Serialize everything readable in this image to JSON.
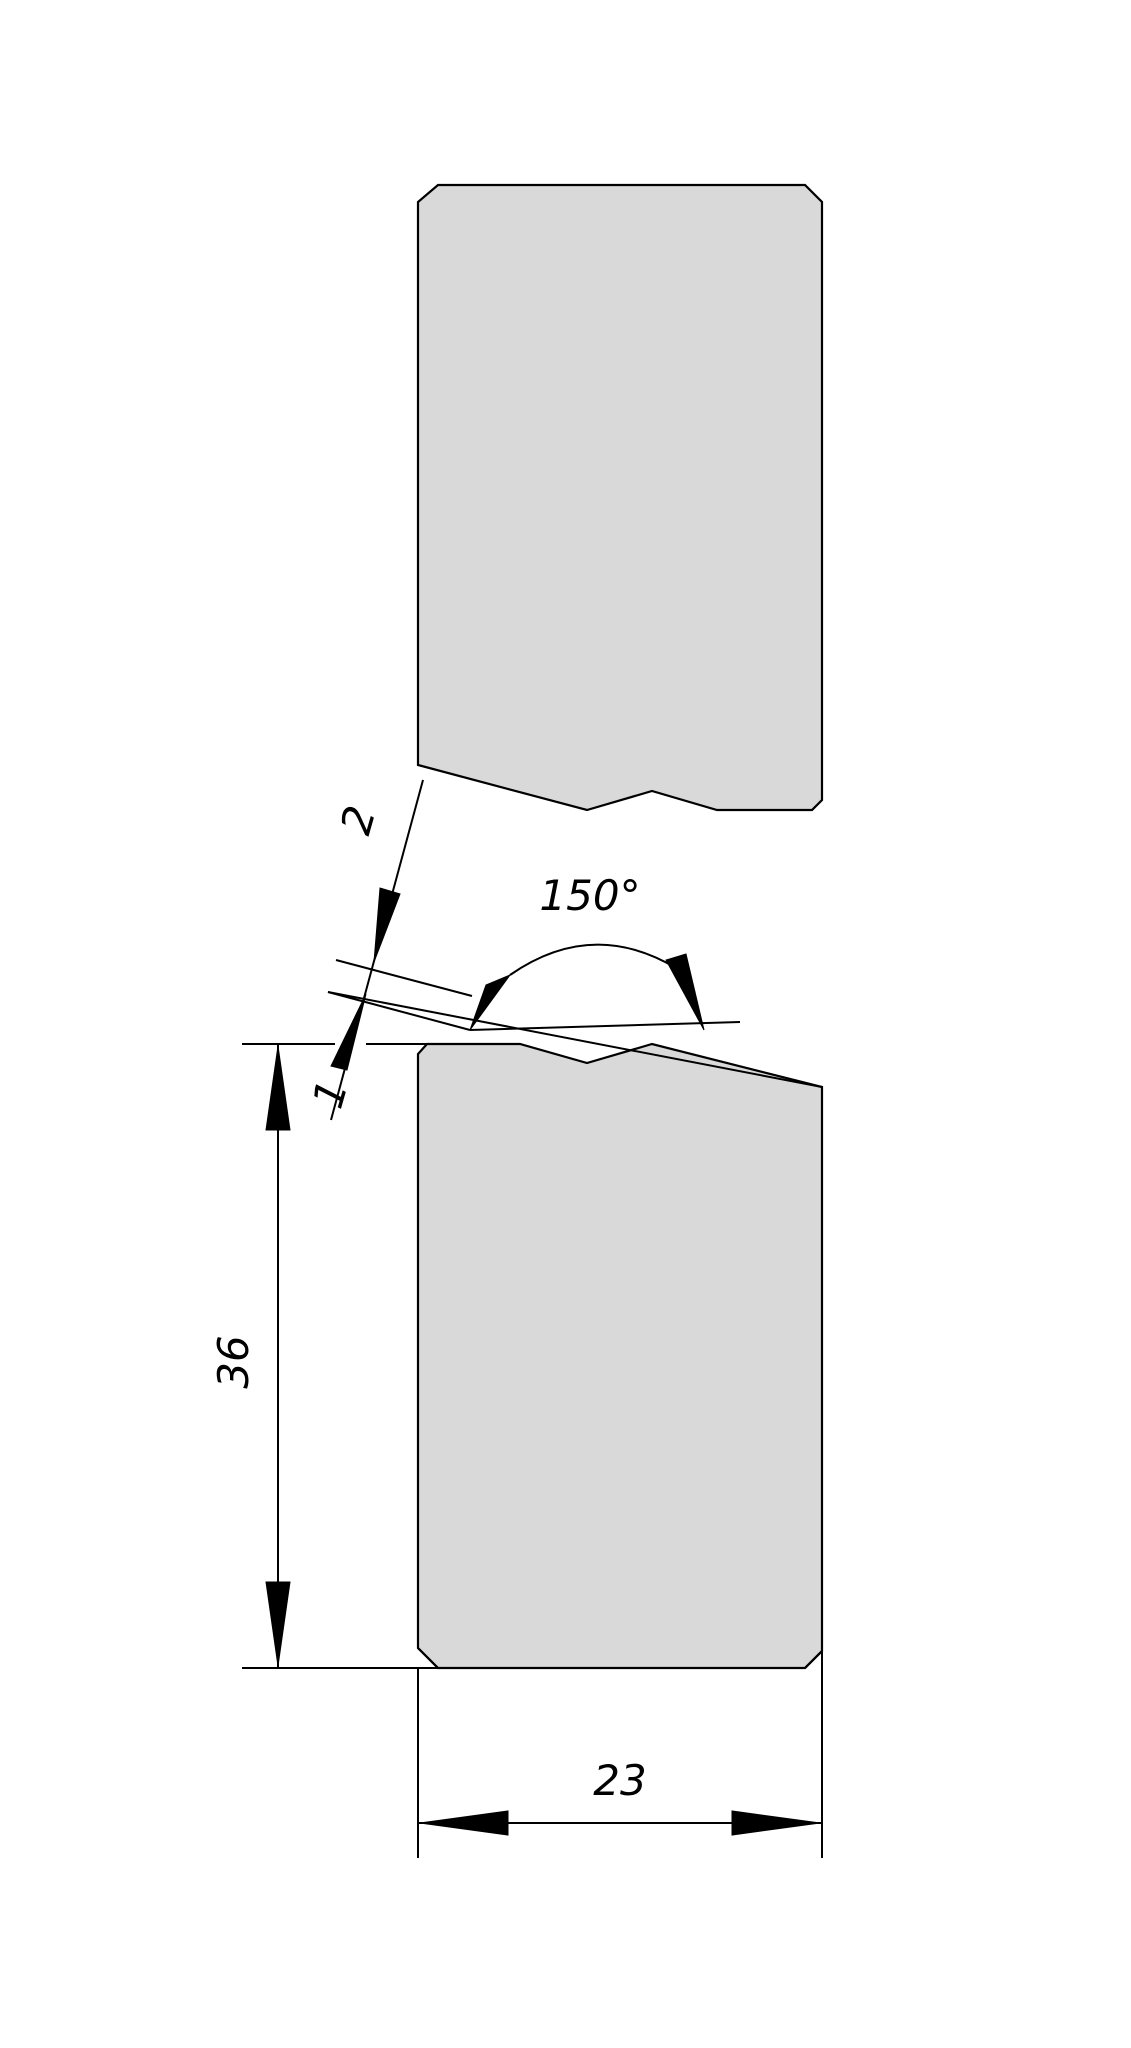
{
  "colors": {
    "part_fill": "#d9d9d9",
    "line": "#000000",
    "background": "#ffffff"
  },
  "dimensions": {
    "height": "36",
    "width": "23",
    "angle": "150°",
    "gap_top": "2",
    "gap_bottom": "1"
  }
}
